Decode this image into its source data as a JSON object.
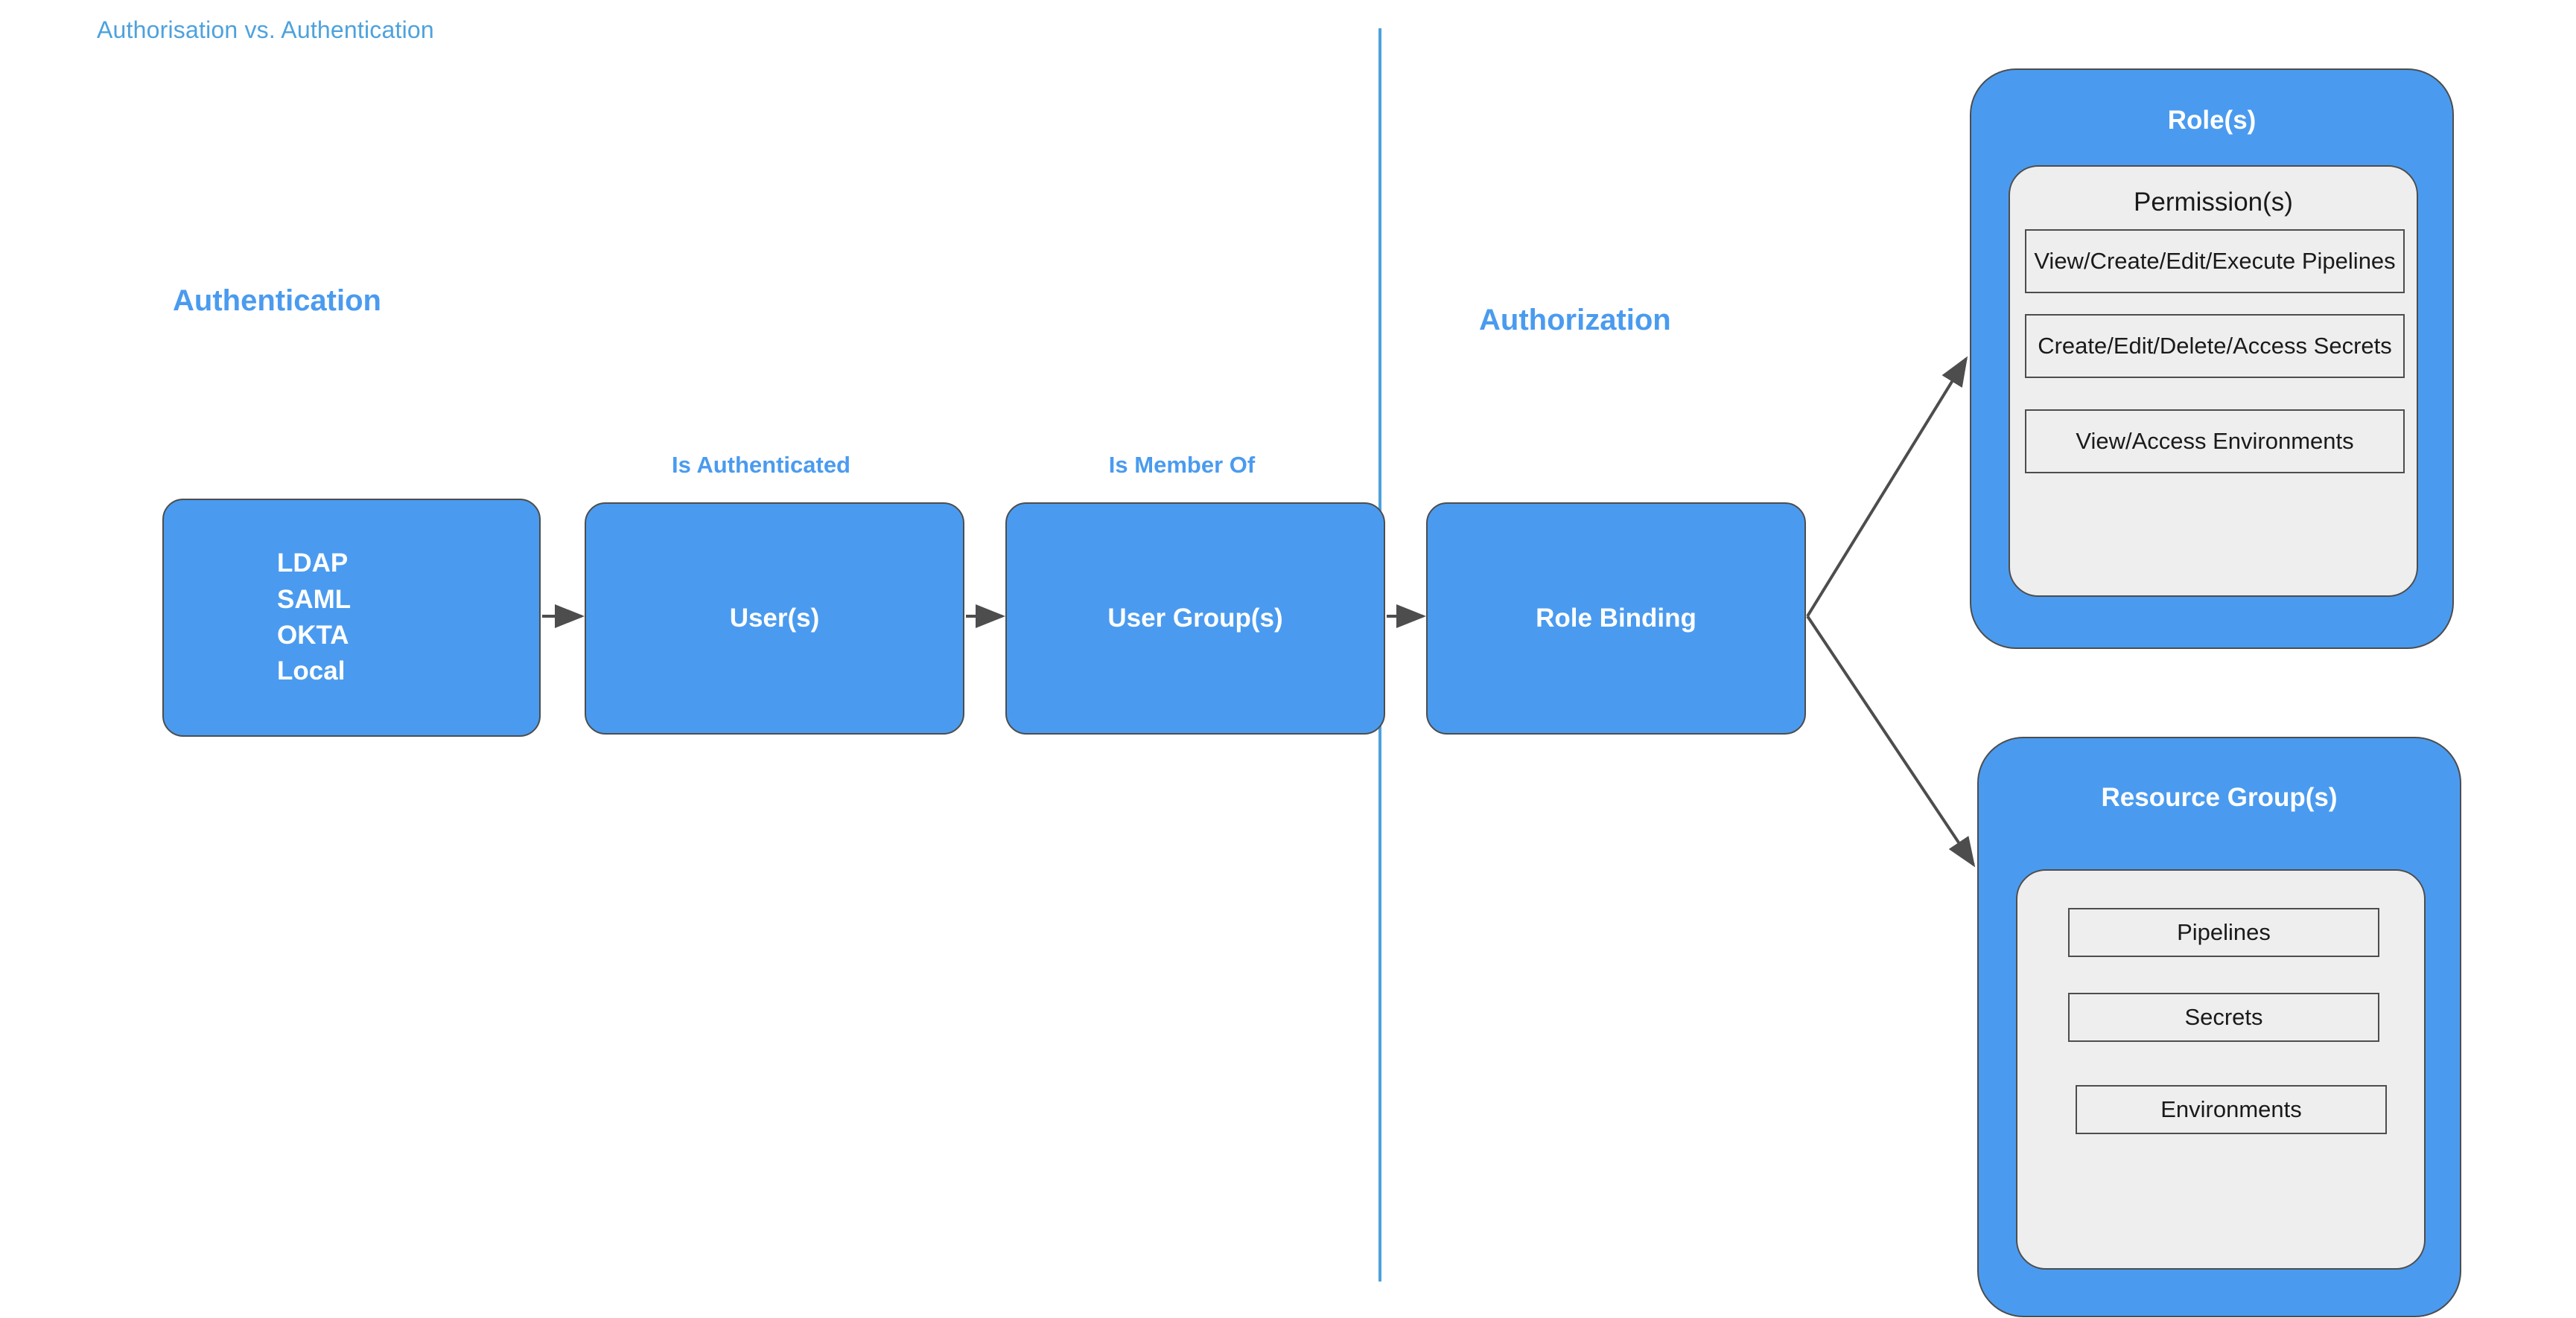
{
  "title": "Authorisation vs. Authentication",
  "colors": {
    "box_blue": "#4a9bef",
    "title_blue": "#4da2dd",
    "panel_gray": "#eeeeee",
    "stroke_gray": "#4d4d4d",
    "text_white": "#ffffff",
    "text_dark": "#1a1a1a",
    "background": "#ffffff"
  },
  "sections": {
    "left_heading": "Authentication",
    "right_heading": "Authorization"
  },
  "relations": {
    "is_authenticated": "Is Authenticated",
    "is_member_of": "Is Member Of"
  },
  "flow": {
    "idp": {
      "lines": [
        "LDAP",
        "SAML",
        "OKTA",
        "Local"
      ]
    },
    "users": {
      "label": "User(s)"
    },
    "user_groups": {
      "label": "User Group(s)"
    },
    "role_binding": {
      "label": "Role Binding"
    }
  },
  "panels": {
    "roles": {
      "title": "Role(s)",
      "inner_title": "Permission(s)",
      "items": [
        "View/Create/Edit/Execute Pipelines",
        "Create/Edit/Delete/Access Secrets",
        "View/Access Environments"
      ]
    },
    "resource_groups": {
      "title": "Resource Group(s)",
      "items": [
        "Pipelines",
        "Secrets",
        "Environments"
      ]
    }
  }
}
